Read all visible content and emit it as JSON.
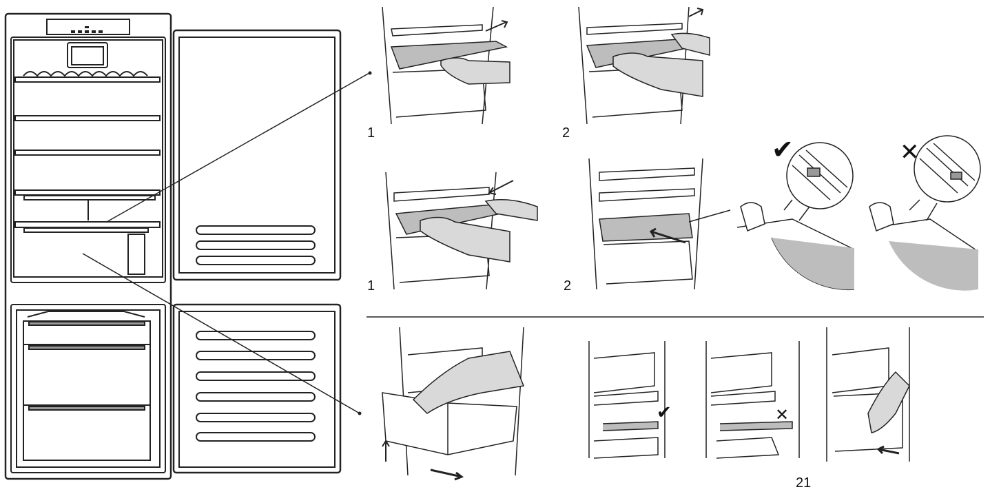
{
  "steps": {
    "row1_first": "1",
    "row1_second": "2",
    "row2_first": "1",
    "row2_second": "2"
  },
  "marks": {
    "correct": "✔",
    "wrong": "✕"
  },
  "page_number": "21",
  "colors": {
    "line": "#222222",
    "shade": "#bdbdbd",
    "arm": "#d9d9d9"
  }
}
